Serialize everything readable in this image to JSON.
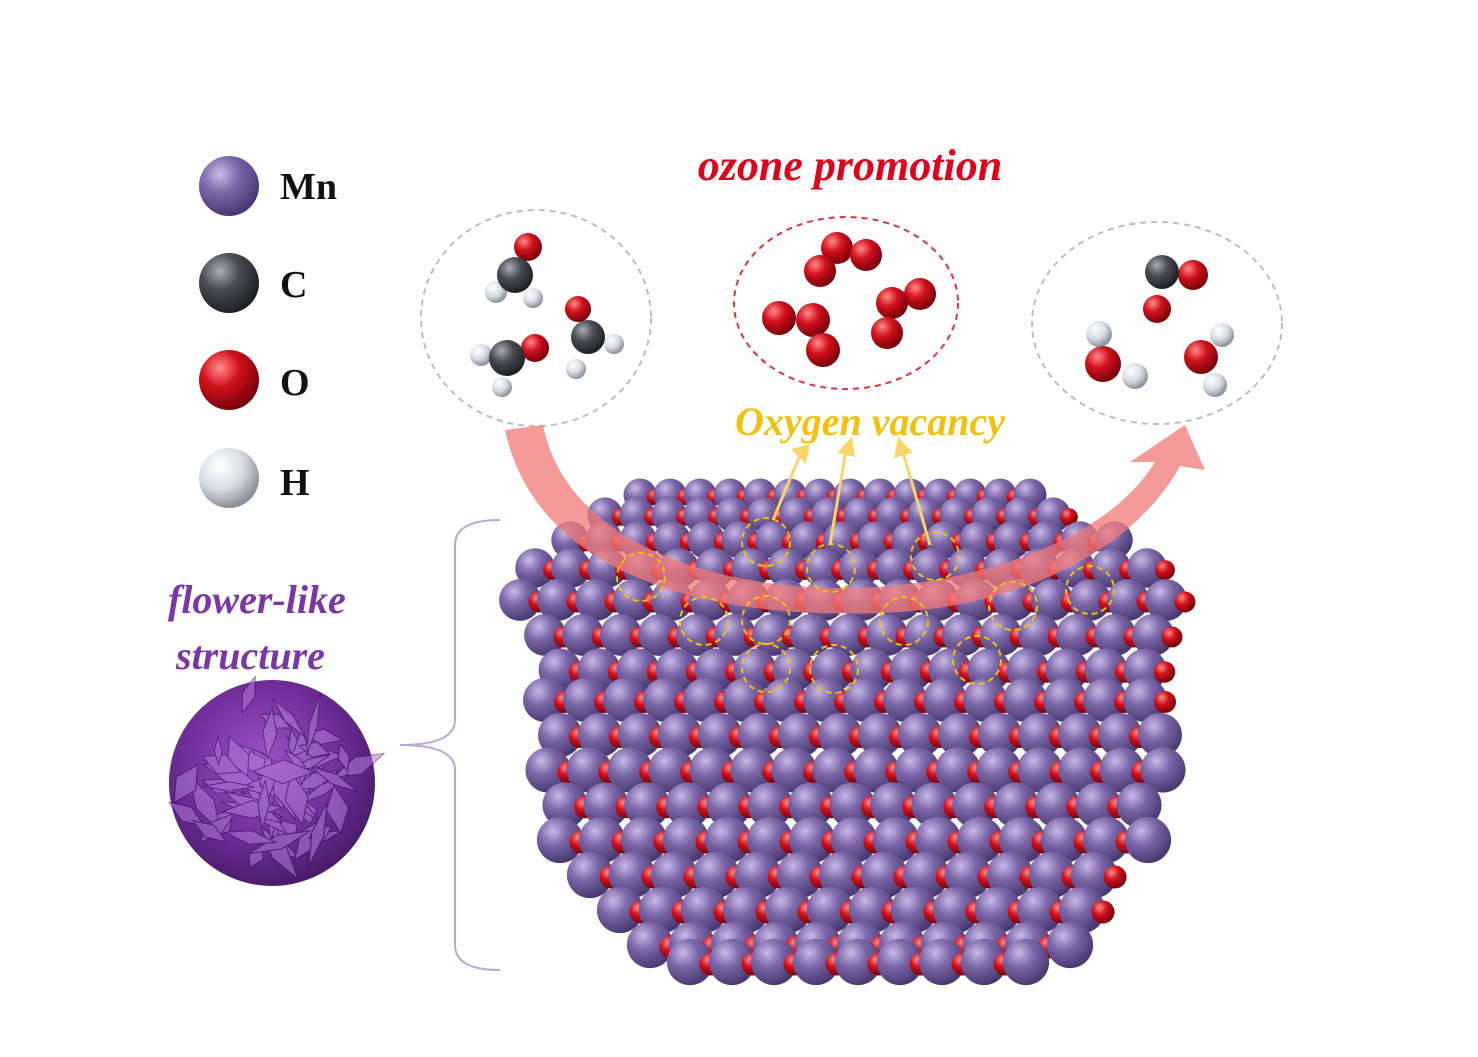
{
  "legend": {
    "items": [
      {
        "label": "Mn",
        "icon": "mn-atom-icon",
        "color": "#6f5a9e"
      },
      {
        "label": "C",
        "icon": "c-atom-icon",
        "color": "#4a4d52"
      },
      {
        "label": "O",
        "icon": "o-atom-icon",
        "color": "#c8101c"
      },
      {
        "label": "H",
        "icon": "h-atom-icon",
        "color": "#d8dde2"
      }
    ]
  },
  "labels": {
    "ozone_promotion": "ozone promotion",
    "oxygen_vacancy": "Oxygen vacancy",
    "flower_line1": "flower-like",
    "flower_line2": "structure"
  },
  "colors": {
    "mn": "#7c67a8",
    "o": "#c8101c",
    "c": "#4a4d52",
    "h": "#d8dde2",
    "arrow": "#f07a78",
    "vacancy": "#f2c10c",
    "ozone_text": "#e0001b",
    "flower": "#7a35a6"
  }
}
